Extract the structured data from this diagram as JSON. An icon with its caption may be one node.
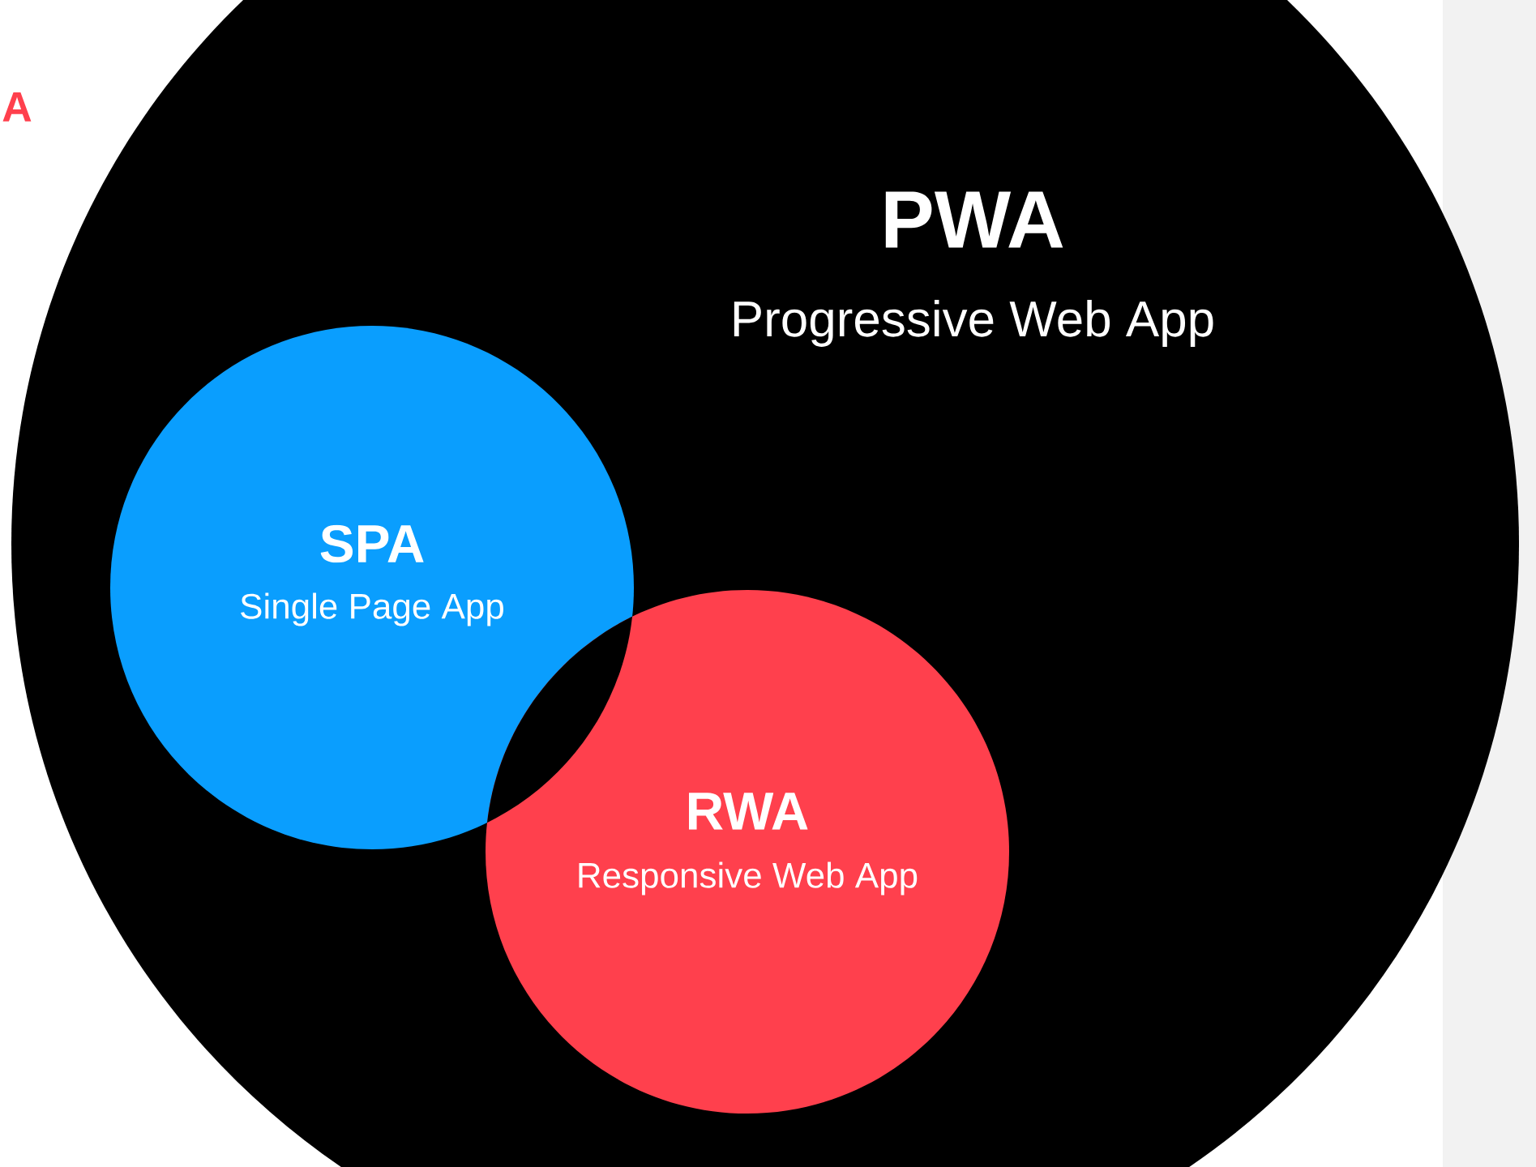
{
  "diagram": {
    "nodes": [
      {
        "text": [
          "PWA",
          "Progressive Web App"
        ]
      },
      {
        "text": [
          "SPA",
          "Single Page App"
        ],
        "in": 0
      },
      {
        "text": [
          "RWA",
          "Responsive Web App"
        ],
        "in": 0
      }
    ],
    "labels": [
      "A"
    ]
  }
}
